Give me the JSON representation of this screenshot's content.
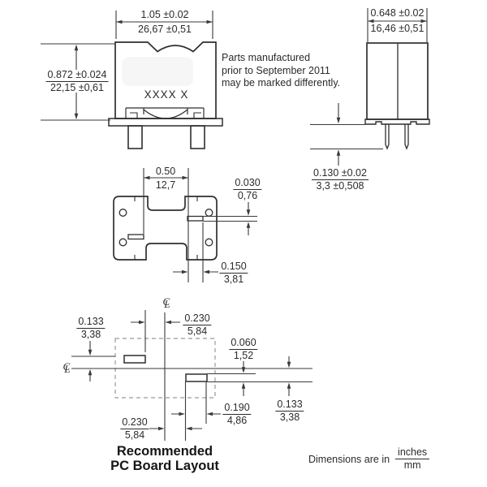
{
  "front_view": {
    "marking": "XXXX X"
  },
  "note": {
    "line1": "Parts manufactured",
    "line2": "prior to September 2011",
    "line3": "may be marked differently."
  },
  "dims": {
    "front_width": {
      "inches": "1.05 ±0.02",
      "mm": "26,67 ±0,51"
    },
    "front_height": {
      "inches": "0.872 ±0.024",
      "mm": "22,15 ±0,61"
    },
    "side_width": {
      "inches": "0.648 ±0.02",
      "mm": "16,46 ±0,51"
    },
    "pin_length": {
      "inches": "0.130 ±0.02",
      "mm": "3,3 ±0,508"
    },
    "slot_spacing": {
      "inches": "0.50",
      "mm": "12,7"
    },
    "slot_width": {
      "inches": "0.030",
      "mm": "0,76"
    },
    "slot_length": {
      "inches": "0.150",
      "mm": "3,81"
    },
    "pad_upper_offset": {
      "inches": "0.133",
      "mm": "3,38"
    },
    "pad_upper_x": {
      "inches": "0.230",
      "mm": "5,84"
    },
    "pad_height": {
      "inches": "0.060",
      "mm": "1,52"
    },
    "pad_lower_offset": {
      "inches": "0.133",
      "mm": "3,38"
    },
    "pad_length": {
      "inches": "0.190",
      "mm": "4,86"
    },
    "pad_lower_x": {
      "inches": "0.230",
      "mm": "5,84"
    }
  },
  "pcb": {
    "centerline_c": "C",
    "centerline_l": "L",
    "title_line1": "Recommended",
    "title_line2": "PC Board Layout"
  },
  "footer": {
    "units_prefix": "Dimensions are in",
    "units_numerator": "inches",
    "units_denominator": "mm"
  },
  "colors": {
    "line": "#2f2f2f",
    "dim_line": "#3a3a3a",
    "dashed": "#9a9a9a"
  }
}
